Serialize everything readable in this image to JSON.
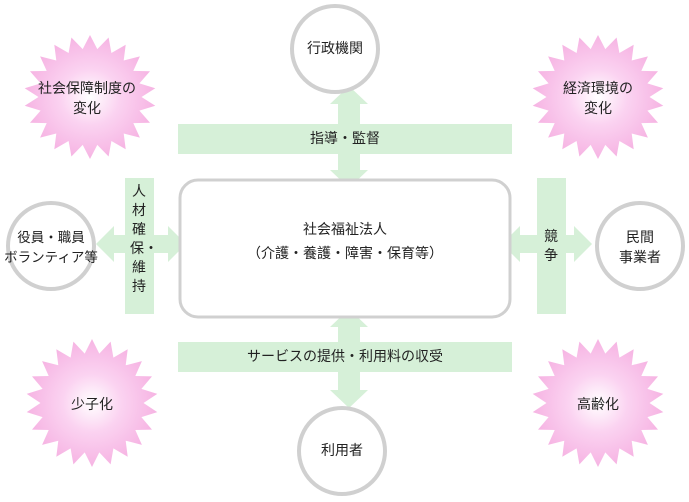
{
  "colors": {
    "arrow": "#d6f0d8",
    "circle_stroke": "#d0d0d0",
    "burst_outer": "#fbd3f1",
    "burst_inner": "#f6b4e3",
    "text": "#222222"
  },
  "center": {
    "title": "社会福祉法人",
    "subtitle": "（介護・養護・障害・保育等）"
  },
  "circles": {
    "top": "行政機関",
    "bottom": "利用者",
    "left": "役員・職員\nボランティア等",
    "right": "民間\n事業者"
  },
  "bursts": {
    "top_left": "社会保障制度の\n変化",
    "top_right": "経済環境の\n変化",
    "bottom_left": "少子化",
    "bottom_right": "高齢化"
  },
  "arrows": {
    "top": "指導・監督",
    "bottom": "サービスの提供・利用料の収受",
    "left": "人材確保・維持",
    "right": "競争"
  }
}
